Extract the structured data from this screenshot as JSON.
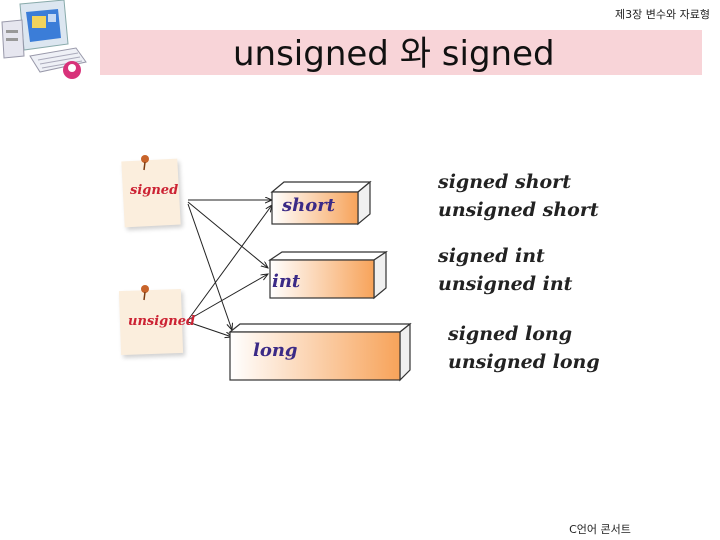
{
  "header": {
    "chapter": "제3장 변수와 자료형",
    "title": "unsigned 와 signed"
  },
  "notes": {
    "signed": "signed",
    "unsigned": "unsigned"
  },
  "boxes": {
    "short": "short",
    "int": "int",
    "long": "long"
  },
  "types": {
    "short": [
      "signed short",
      "unsigned short"
    ],
    "int": [
      "signed int",
      "unsigned int"
    ],
    "long": [
      "signed long",
      "unsigned long"
    ]
  },
  "footer": "C언어 콘서트",
  "colors": {
    "title_band": "#f8d4d8",
    "note_paper": "#fbeedd",
    "note_text": "#cc2233",
    "box_label": "#3b2a86",
    "box_gradient_end": "#f7a35a"
  },
  "icons": {
    "logo": "computer-illustration-icon",
    "pin": "pushpin-icon"
  }
}
